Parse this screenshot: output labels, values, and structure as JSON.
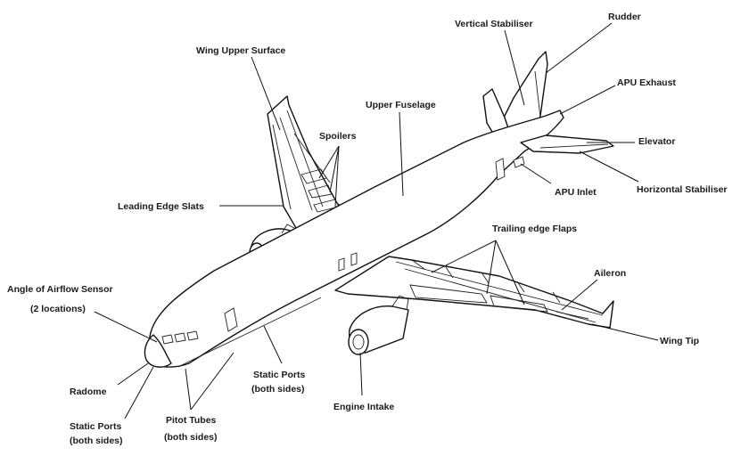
{
  "labels": {
    "vertical_stabiliser": "Vertical Stabiliser",
    "rudder": "Rudder",
    "wing_upper_surface": "Wing Upper Surface",
    "apu_exhaust": "APU Exhaust",
    "upper_fuselage": "Upper Fuselage",
    "elevator": "Elevator",
    "spoilers": "Spoilers",
    "apu_inlet": "APU Inlet",
    "horizontal_stabiliser": "Horizontal Stabiliser",
    "leading_edge_slats": "Leading Edge Slats",
    "trailing_edge_flaps": "Trailing edge Flaps",
    "aileron": "Aileron",
    "angle_of_airflow_sensor_1": "Angle of Airflow Sensor",
    "angle_of_airflow_sensor_2": "(2 locations)",
    "wing_tip": "Wing Tip",
    "static_ports_fuselage_1": "Static Ports",
    "static_ports_fuselage_2": "(both sides)",
    "radome": "Radome",
    "engine_intake": "Engine Intake",
    "static_ports_nose_1": "Static Ports",
    "static_ports_nose_2": "(both sides)",
    "pitot_tubes_1": "Pitot Tubes",
    "pitot_tubes_2": "(both sides)"
  }
}
